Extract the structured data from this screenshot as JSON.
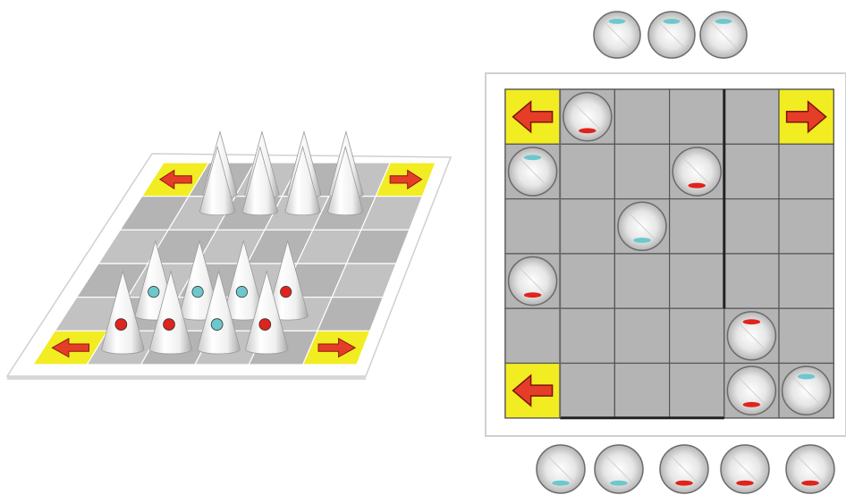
{
  "colors": {
    "board_gray": "#b4b4b4",
    "board_gray_dark": "#9e9e9e",
    "grid_line": "#555555",
    "thick_line": "#222222",
    "corner_yellow": "#f2ec22",
    "arrow_red": "#e63d28",
    "dot_red": "#e0231c",
    "dot_cyan": "#6cc8cc",
    "piece_light": "#f7f7f7",
    "piece_dark": "#b8b8b8",
    "panel_border": "#d0d0d0"
  },
  "board_3d": {
    "rows": 6,
    "cols": 6,
    "corner_arrows": [
      {
        "row": 0,
        "col": 0,
        "direction": "left"
      },
      {
        "row": 0,
        "col": 5,
        "direction": "right"
      },
      {
        "row": 5,
        "col": 0,
        "direction": "left"
      },
      {
        "row": 5,
        "col": 5,
        "direction": "right"
      }
    ],
    "cones": [
      {
        "row": 0,
        "col": 1.15,
        "dot": "none"
      },
      {
        "row": 0,
        "col": 2.05,
        "dot": "none"
      },
      {
        "row": 0,
        "col": 2.95,
        "dot": "none"
      },
      {
        "row": 0,
        "col": 3.85,
        "dot": "none"
      },
      {
        "row": 0.5,
        "col": 1.3,
        "dot": "none"
      },
      {
        "row": 0.5,
        "col": 2.2,
        "dot": "none"
      },
      {
        "row": 0.5,
        "col": 3.1,
        "dot": "none"
      },
      {
        "row": 0.5,
        "col": 4.0,
        "dot": "none"
      },
      {
        "row": 3.6,
        "col": 1.25,
        "dot": "cyan"
      },
      {
        "row": 3.6,
        "col": 2.1,
        "dot": "cyan"
      },
      {
        "row": 3.6,
        "col": 2.95,
        "dot": "cyan"
      },
      {
        "row": 3.6,
        "col": 3.8,
        "dot": "red"
      },
      {
        "row": 4.6,
        "col": 1.0,
        "dot": "red"
      },
      {
        "row": 4.6,
        "col": 1.9,
        "dot": "red"
      },
      {
        "row": 4.6,
        "col": 2.8,
        "dot": "cyan"
      },
      {
        "row": 4.6,
        "col": 3.7,
        "dot": "red"
      }
    ]
  },
  "board_2d": {
    "rows": 6,
    "cols": 6,
    "corner_arrows": [
      {
        "row": 0,
        "col": 0,
        "direction": "left"
      },
      {
        "row": 0,
        "col": 5,
        "direction": "right"
      },
      {
        "row": 5,
        "col": 0,
        "direction": "left"
      }
    ],
    "pieces": [
      {
        "row": 0,
        "col": 1,
        "mark": "red",
        "mark_pos": "bottom"
      },
      {
        "row": 1,
        "col": 0,
        "mark": "cyan",
        "mark_pos": "top"
      },
      {
        "row": 1,
        "col": 3,
        "mark": "red",
        "mark_pos": "bottom"
      },
      {
        "row": 2,
        "col": 2,
        "mark": "cyan",
        "mark_pos": "bottom"
      },
      {
        "row": 3,
        "col": 0,
        "mark": "red",
        "mark_pos": "bottom"
      },
      {
        "row": 4,
        "col": 4,
        "mark": "red",
        "mark_pos": "top"
      },
      {
        "row": 5,
        "col": 4,
        "mark": "red",
        "mark_pos": "bottom"
      },
      {
        "row": 5,
        "col": 5,
        "mark": "cyan",
        "mark_pos": "top"
      }
    ]
  },
  "reserve_top": [
    {
      "mark": "cyan",
      "mark_pos": "top"
    },
    {
      "mark": "cyan",
      "mark_pos": "top"
    },
    {
      "mark": "cyan",
      "mark_pos": "top"
    }
  ],
  "reserve_bottom": [
    {
      "mark": "cyan",
      "mark_pos": "bottom"
    },
    {
      "mark": "cyan",
      "mark_pos": "bottom"
    },
    {
      "mark": "red",
      "mark_pos": "bottom"
    },
    {
      "mark": "red",
      "mark_pos": "bottom"
    },
    {
      "mark": "red",
      "mark_pos": "bottom"
    }
  ]
}
